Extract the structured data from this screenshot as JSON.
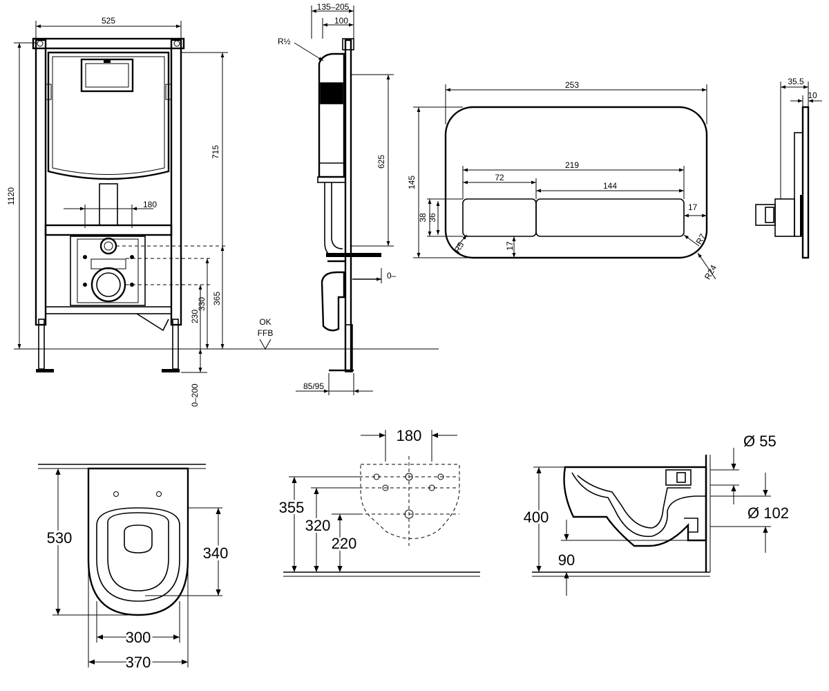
{
  "frame_front": {
    "width": "525",
    "height": "1120",
    "flush_plate_height": "715",
    "bolt_spacing": "180",
    "drain_height": "365",
    "inlet_height": "330",
    "bolt_height": "230",
    "leg_adjust": "0–200"
  },
  "frame_side": {
    "depth": "135–205",
    "inner_depth": "100",
    "thread": "R½",
    "tank_height": "625",
    "offset": "0–",
    "floor_mark_top": "OK",
    "floor_mark_bottom": "FFB",
    "foot_depth": "85/95"
  },
  "flush_plate": {
    "width": "253",
    "height": "145",
    "buttons_width": "219",
    "left_button_width": "72",
    "right_button_width": "144",
    "button_height_outer": "38",
    "button_height_inner": "36",
    "right_gap": "17",
    "bottom_gap": "17",
    "radius_small": "R5",
    "radius_corner": "R7",
    "radius_large": "R24"
  },
  "flush_plate_side": {
    "depth": "35.5",
    "plate_thickness": "10"
  },
  "bowl_top": {
    "length": "530",
    "seat_length": "340",
    "inner_width": "300",
    "outer_width": "370"
  },
  "bowl_back": {
    "bolt_spacing": "180",
    "h1": "355",
    "h2": "320",
    "h3": "220"
  },
  "bowl_side": {
    "height": "400",
    "outlet_height": "90",
    "inlet_diameter": "Ø 55",
    "outlet_diameter": "Ø 102"
  }
}
